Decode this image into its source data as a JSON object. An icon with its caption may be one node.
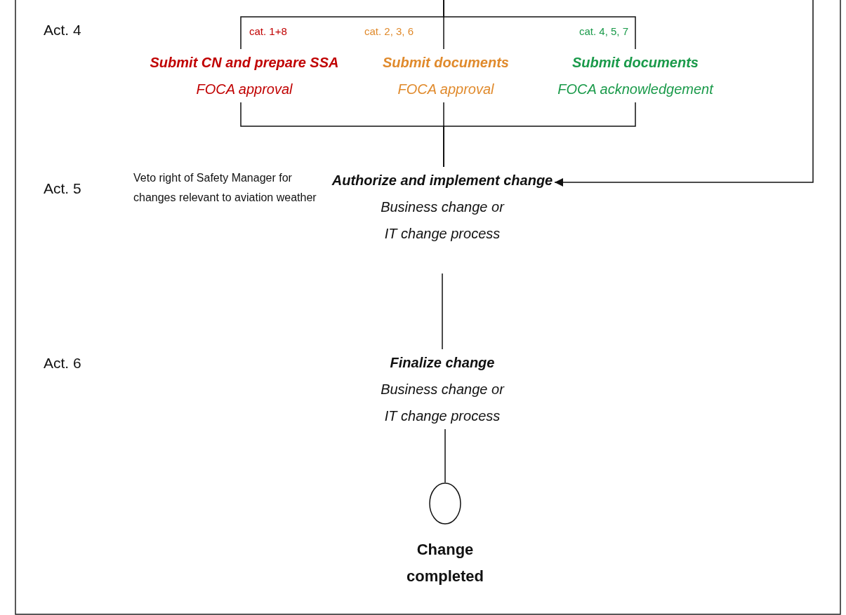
{
  "diagram": {
    "nodes": [
      {
        "text": [
          "Submit CN and prepare SSA",
          "FOCA approval"
        ],
        "beside": [
          "cat. 1+8"
        ]
      },
      {
        "text": [
          "Submit documents",
          "FOCA approval"
        ],
        "beside": [
          "cat. 2, 3, 6"
        ]
      },
      {
        "text": [
          "Submit documents",
          "FOCA acknowledgement"
        ],
        "beside": [
          "cat. 4, 5, 7"
        ]
      },
      {
        "text": [
          "Authorize and implement change",
          "Business change or IT change process"
        ]
      },
      {
        "text": [
          "Finalize change",
          "Business change or IT change process"
        ]
      },
      {
        "text": [],
        "shape": "circle",
        "beside": [
          "Change completed"
        ]
      }
    ],
    "edges": [
      {
        "from": null,
        "to": 0,
        "arrow": "none"
      },
      {
        "from": null,
        "to": 1,
        "arrow": "none"
      },
      {
        "from": null,
        "to": 2,
        "arrow": "none"
      },
      {
        "from": 0,
        "to": 3,
        "arrow": "none"
      },
      {
        "from": 1,
        "to": 3,
        "arrow": "none"
      },
      {
        "from": 2,
        "to": 3,
        "arrow": "none"
      },
      {
        "from": null,
        "to": 3,
        "arrow": "to"
      },
      {
        "from": 3,
        "to": 4,
        "arrow": "none"
      },
      {
        "from": 4,
        "to": 5,
        "arrow": "none"
      }
    ],
    "labels": [
      "Act. 4",
      "Act. 5",
      "Veto right of Safety Manager for changes relevant to aviation weather",
      "Act. 6"
    ]
  }
}
